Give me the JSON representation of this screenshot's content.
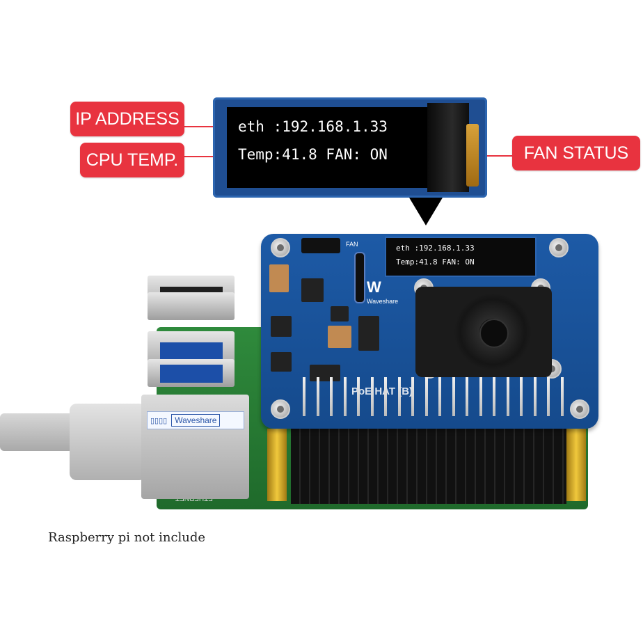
{
  "callouts": {
    "ip": "IP ADDRESS",
    "cpu": "CPU TEMP.",
    "fan": "FAN STATUS"
  },
  "oled": {
    "line1": "eth :192.168.1.33",
    "line2": "Temp:41.8  FAN: ON"
  },
  "board": {
    "brand": "Waveshare",
    "label": "PoE HAT (B)",
    "fan_label": "FAN",
    "sticker_brand": "Waveshare"
  },
  "caption": "Raspberry pi not include",
  "colors": {
    "callout": "#e8333f",
    "hat": "#1d5aa6"
  }
}
